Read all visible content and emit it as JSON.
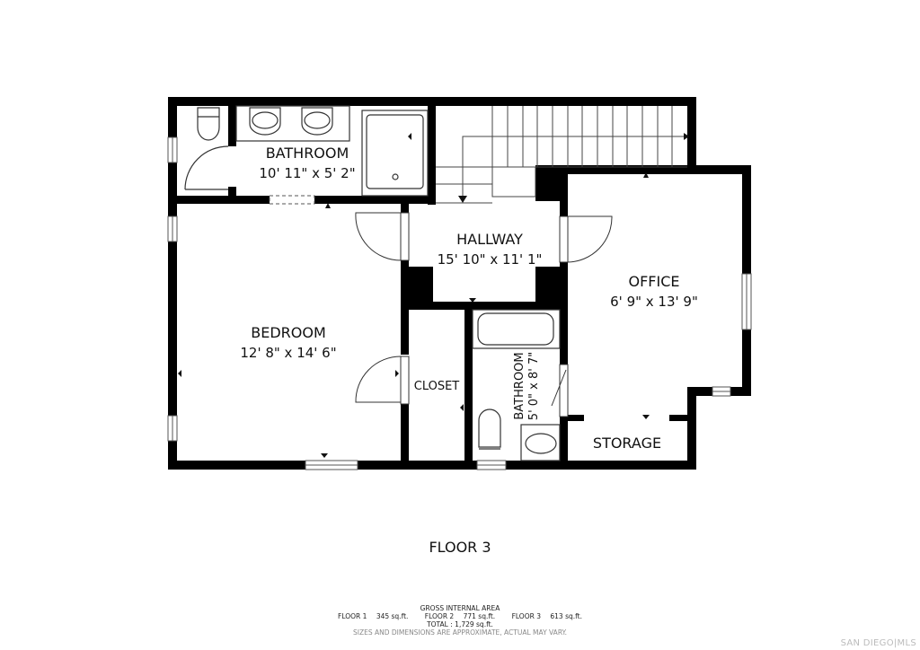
{
  "floor_title": "FLOOR 3",
  "rooms": [
    {
      "id": "bathroom-upper",
      "name": "BATHROOM",
      "dimensions": "10' 11\" x 5' 2\""
    },
    {
      "id": "hallway",
      "name": "HALLWAY",
      "dimensions": "15' 10\" x 11' 1\""
    },
    {
      "id": "office",
      "name": "OFFICE",
      "dimensions": "6' 9\" x 13' 9\""
    },
    {
      "id": "bedroom",
      "name": "BEDROOM",
      "dimensions": "12' 8\" x 14' 6\""
    },
    {
      "id": "closet",
      "name": "CLOSET",
      "dimensions": ""
    },
    {
      "id": "bathroom-lower",
      "name": "BATHROOM",
      "dimensions": "5' 0\" x 8' 7\""
    },
    {
      "id": "storage",
      "name": "STORAGE",
      "dimensions": ""
    }
  ],
  "footer": {
    "heading": "GROSS INTERNAL AREA",
    "floors": [
      {
        "label": "FLOOR 1",
        "area": "345 sq.ft."
      },
      {
        "label": "FLOOR 2",
        "area": "771 sq.ft."
      },
      {
        "label": "FLOOR 3",
        "area": "613 sq.ft."
      }
    ],
    "total_label": "TOTAL :",
    "total_area": "1,729 sq.ft.",
    "disclaimer": "SIZES AND DIMENSIONS ARE APPROXIMATE, ACTUAL MAY VARY."
  },
  "watermark": "SAN DIEGO|MLS",
  "colors": {
    "wall": "#000000",
    "fixture": "#333333",
    "background": "#ffffff"
  }
}
